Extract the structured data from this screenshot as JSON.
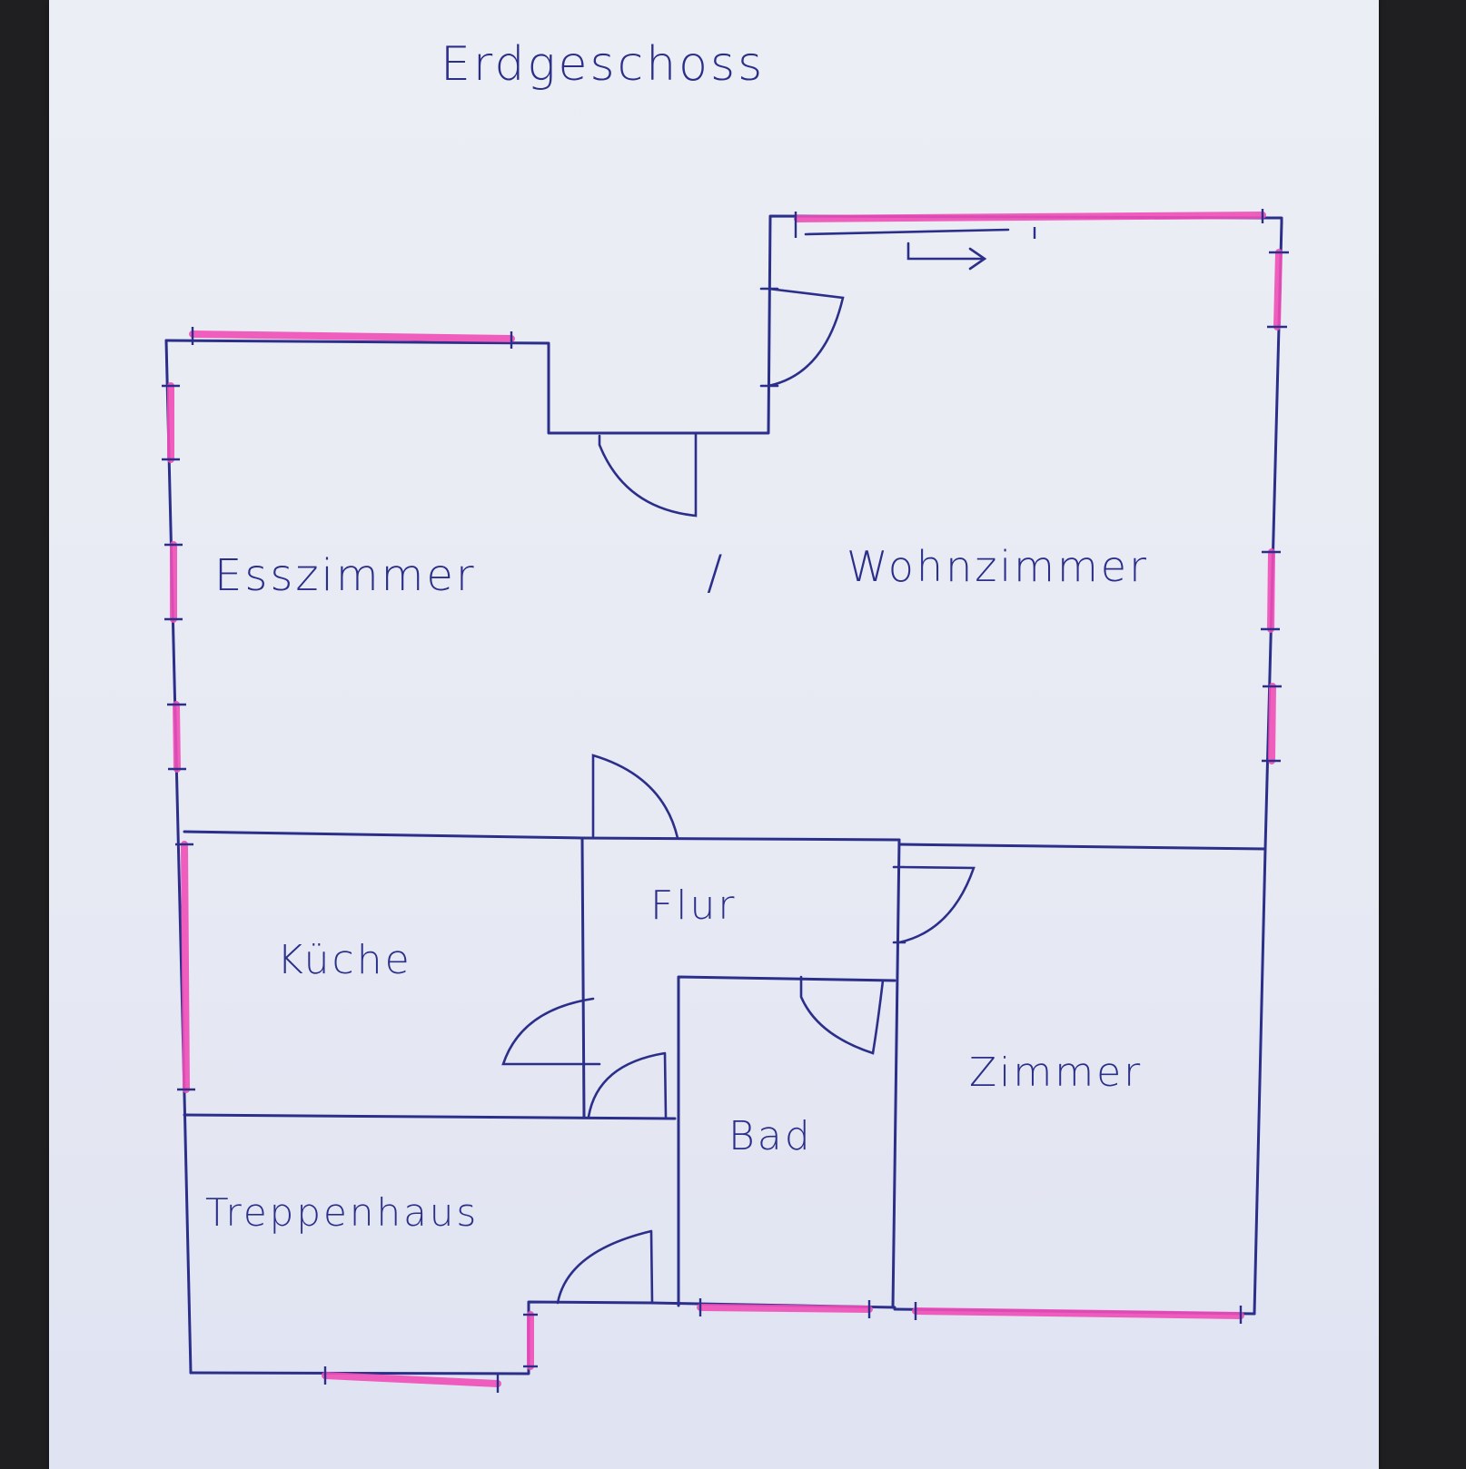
{
  "title": "Erdgeschoss",
  "rooms": {
    "esszimmer": "Esszimmer",
    "separator": "/",
    "wohnzimmer": "Wohnzimmer",
    "kueche": "Küche",
    "flur": "Flur",
    "zimmer": "Zimmer",
    "bad": "Bad",
    "treppenhaus": "Treppenhaus"
  },
  "colors": {
    "ink": "#2b2f8a",
    "window_highlight": "#f04fb8",
    "paper": "#eceef5",
    "background": "#1f1f21"
  }
}
